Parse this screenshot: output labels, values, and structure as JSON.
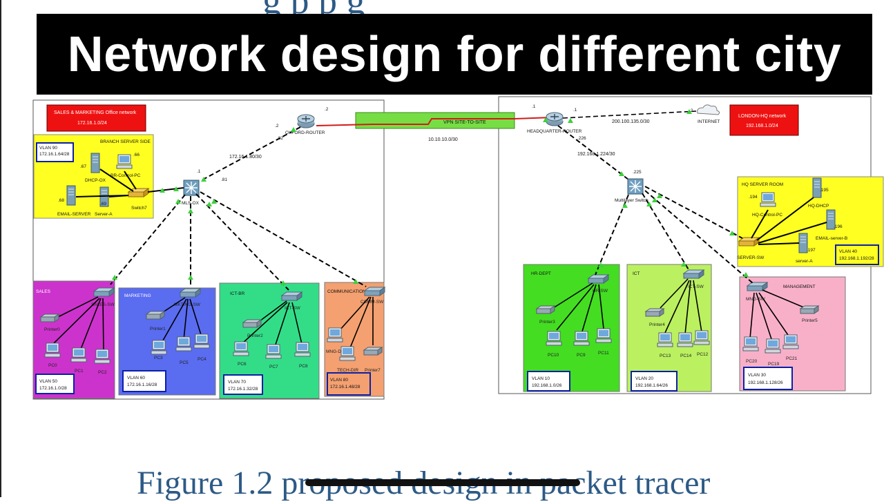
{
  "header": {
    "title": "Network design for different city",
    "partial_top_text": "g      p p      g"
  },
  "caption": "Figure 1.2 proposed design in packet tracer",
  "left_site": {
    "network_label": "SALES & MARKETING Office network",
    "network_subnet": "172.16.1.0/24",
    "router": "OXFORD-ROUTER",
    "mls": "MLS-OX",
    "link_router_mls": "172.16.1.80/30",
    "server_area": {
      "title": "BRANCH SERVER SIDE",
      "vlan": "VLAN 90",
      "subnet": "172.16.1.64/28",
      "devices": [
        "DHCP-OX",
        "BR-Control-PC",
        "EMAIL-SERVER",
        "Server-A",
        "Switch7"
      ],
      "ips": [
        ".67",
        ".66",
        ".68",
        ".69"
      ]
    },
    "departments": [
      {
        "name": "SALES",
        "switch": "SALES-SW",
        "vlan": "VLAN 50",
        "subnet": "172.16.1.0/28",
        "devices": [
          "Printer0",
          "PC0",
          "PC1",
          "PC2"
        ]
      },
      {
        "name": "MARKETING",
        "switch": "MKTING-SW",
        "vlan": "VLAN 60",
        "subnet": "172.16.1.16/28",
        "devices": [
          "Printer1",
          "PC3",
          "PC5",
          "PC4"
        ]
      },
      {
        "name": "ICT-BR",
        "switch": "ICT-SW",
        "vlan": "VLAN 70",
        "subnet": "172.16.1.32/28",
        "devices": [
          "Printer2",
          "PC6",
          "PC7",
          "PC8"
        ]
      },
      {
        "name": "COMMUNICATION",
        "switch": "COMM-SW",
        "vlan": "VLAN 80",
        "subnet": "172.16.1.48/28",
        "devices": [
          "MNG-D",
          "TECH-DIR",
          "Printer7"
        ]
      }
    ]
  },
  "vpn": {
    "label": "VPN SITE-TO-SITE",
    "subnet": "10.10.10.0/30"
  },
  "right_site": {
    "network_label": "LONDON-HQ network",
    "network_subnet": "192.168.1.0/24",
    "router": "HEADQUARTER-ROUTER",
    "internet": "INTERNET",
    "internet_subnet": "200.100.135.0/30",
    "mls": "Multilayer Switch",
    "link_router_mls": "192.168.1.224/30",
    "server_room": {
      "title": "HQ SERVER ROOM",
      "vlan": "VLAN 40",
      "subnet": "192.168.1.192/28",
      "devices": [
        "HQ-Control-PC",
        "HQ-DHCP",
        "EMAIL-server-B",
        "SERVER-SW",
        "server-A"
      ],
      "ips": [
        ".194",
        ".195",
        ".196",
        ".197"
      ]
    },
    "departments": [
      {
        "name": "HR-DEPT",
        "switch": "HR-SW",
        "vlan": "VLAN 10",
        "subnet": "192.168.1.0/26",
        "devices": [
          "Printer3",
          "PC10",
          "PC9",
          "PC11"
        ]
      },
      {
        "name": "ICT",
        "switch": "ICT-SW",
        "vlan": "VLAN 20",
        "subnet": "192.168.1.64/26",
        "devices": [
          "Printer4",
          "PC13",
          "PC14",
          "PC12"
        ]
      },
      {
        "name": "MANAGEMENT",
        "switch": "MNG-SW",
        "vlan": "VLAN 30",
        "subnet": "192.168.1.128/26",
        "devices": [
          "Printer5",
          "PC20",
          "PC19",
          "PC21"
        ]
      }
    ]
  },
  "ip_labels": [
    ".2",
    ".2",
    ".82",
    ".1",
    ".81",
    ".1",
    ".1",
    ".2",
    ".226",
    ".225"
  ],
  "colors": {
    "sales": "#cc33cc",
    "marketing": "#5a6cf0",
    "ict_br": "#33dd88",
    "communication": "#f4a070",
    "hr": "#44dd22",
    "ict": "#bbf060",
    "management": "#f8b0c8",
    "server_area": "#ffff22",
    "vpn": "#77dd44",
    "net_label": "#ee1111"
  }
}
